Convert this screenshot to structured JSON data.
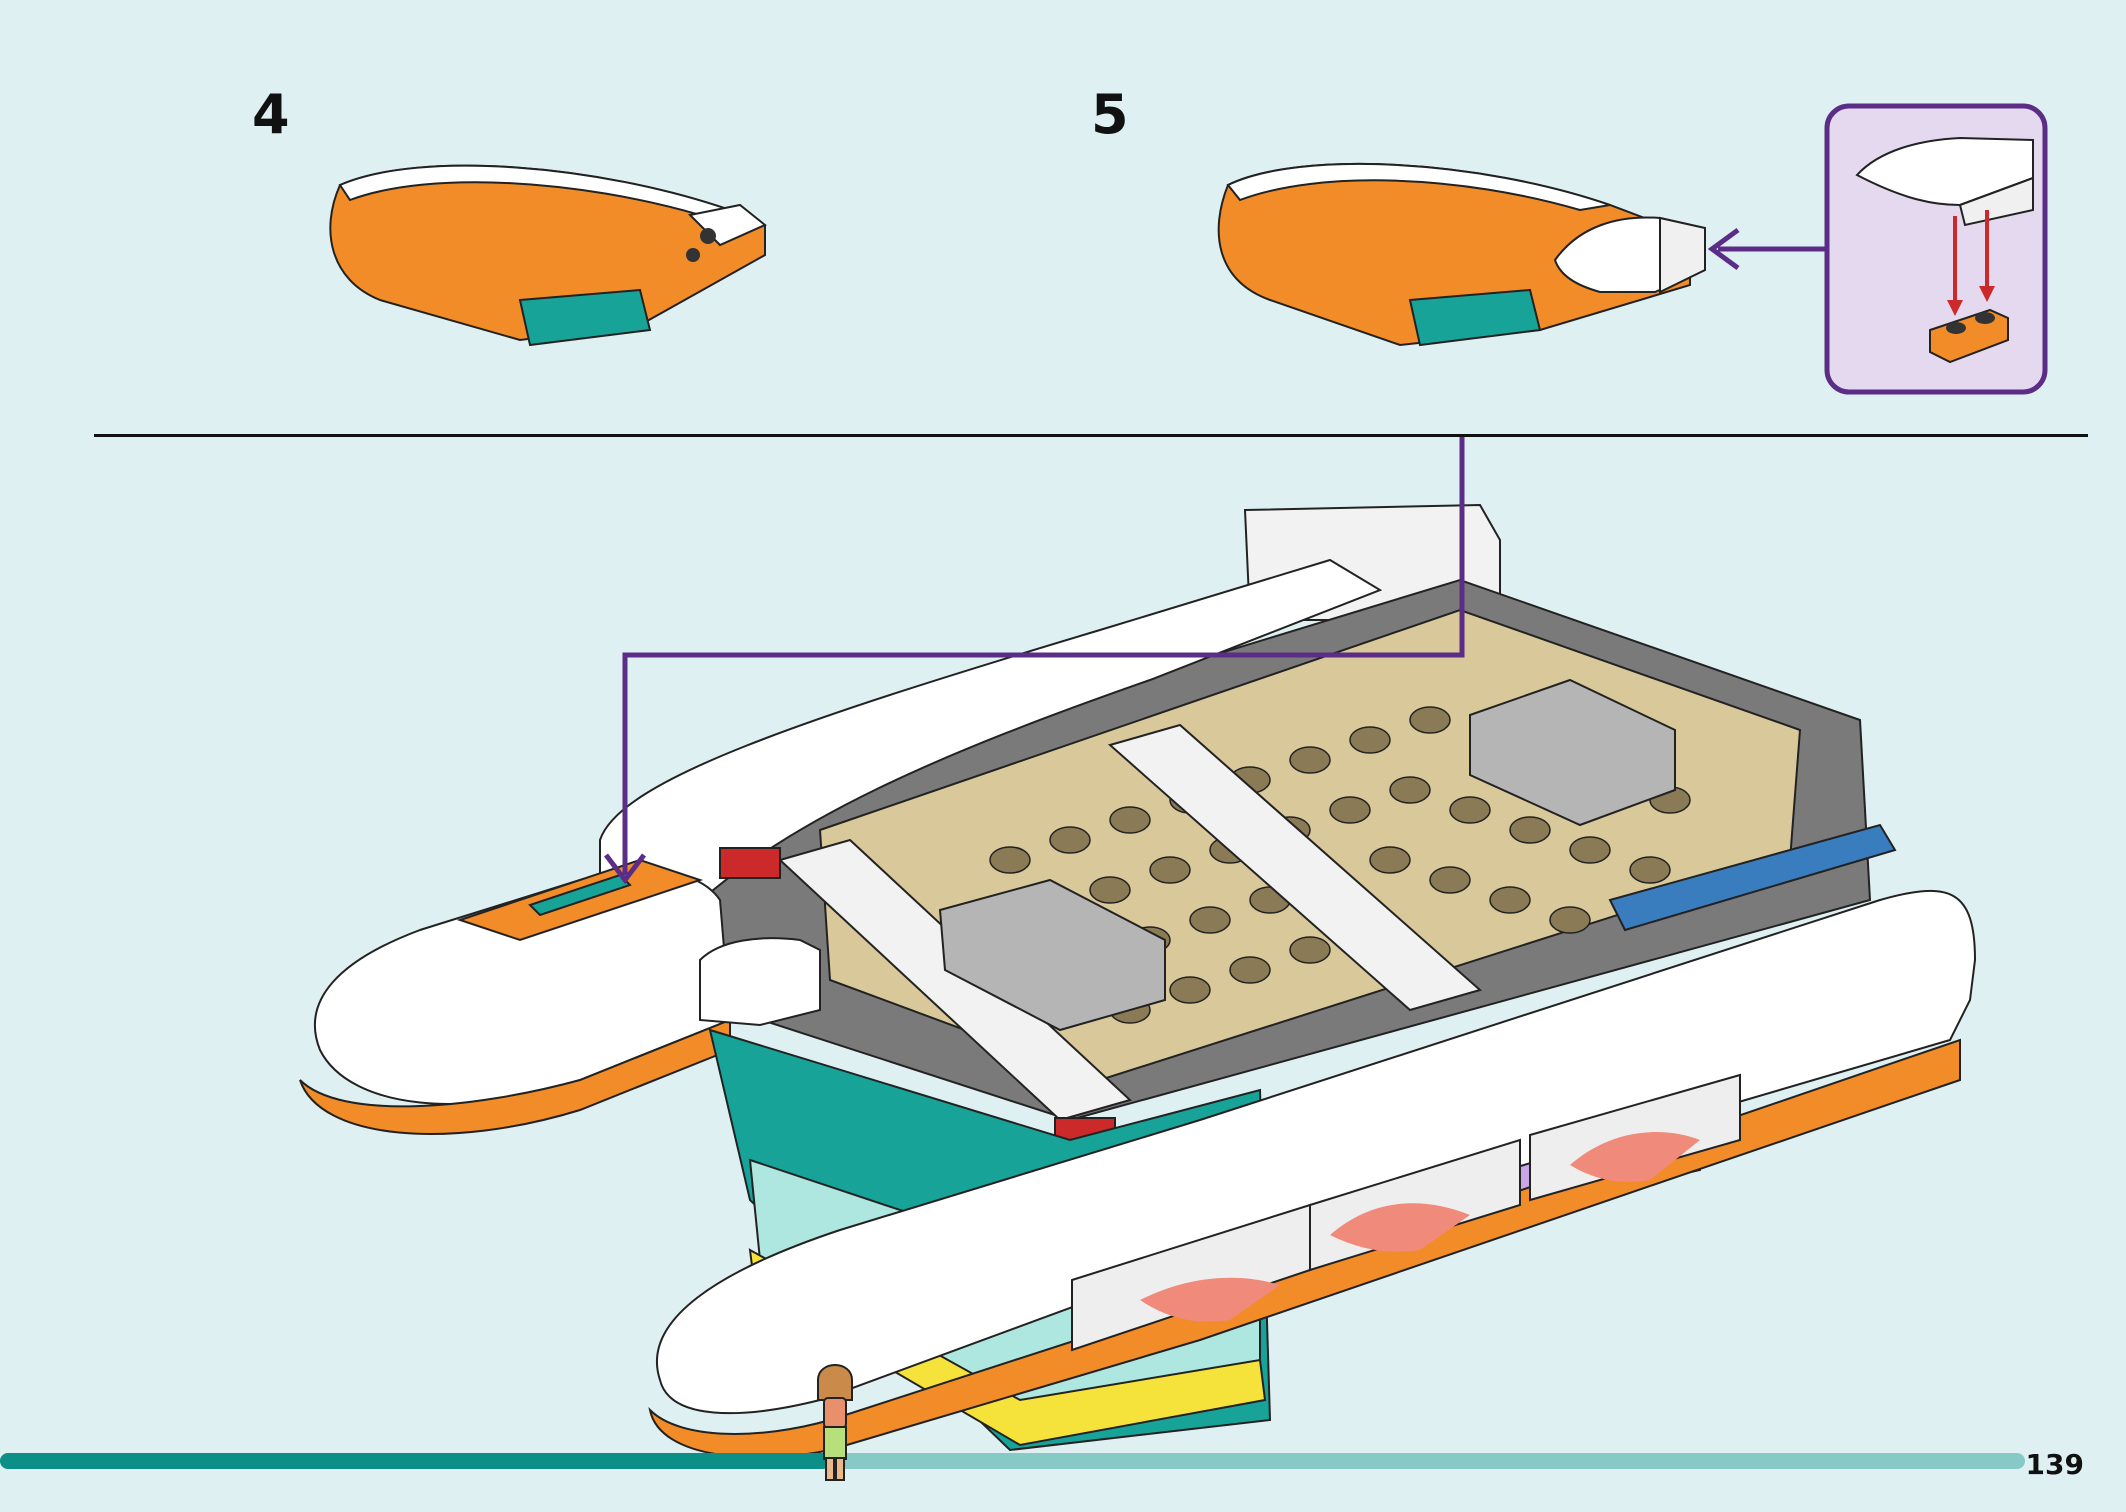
{
  "steps": [
    {
      "number": "4"
    },
    {
      "number": "5"
    }
  ],
  "page_number": "139",
  "colors": {
    "background": "#dff0f2",
    "callout_border": "#5b2d87",
    "callout_fill": "#e4d9ee",
    "hull_orange": "#f28c28",
    "hull_white": "#ffffff",
    "teal": "#17a398",
    "tan_plate": "#d9c89a",
    "progress_dark": "#0c8f86",
    "progress_light": "#86c9c6",
    "arrow_red": "#cc2a2a"
  },
  "progress": {
    "fraction": 0.41
  },
  "icons": {
    "submodel_step4": "boat-bow-submodel",
    "submodel_step5": "boat-bow-submodel-with-curved-tile",
    "callout_parts": "curved-slope-and-plate",
    "main_model": "catamaran-boat-model",
    "minifigure": "minidoll-figure"
  }
}
